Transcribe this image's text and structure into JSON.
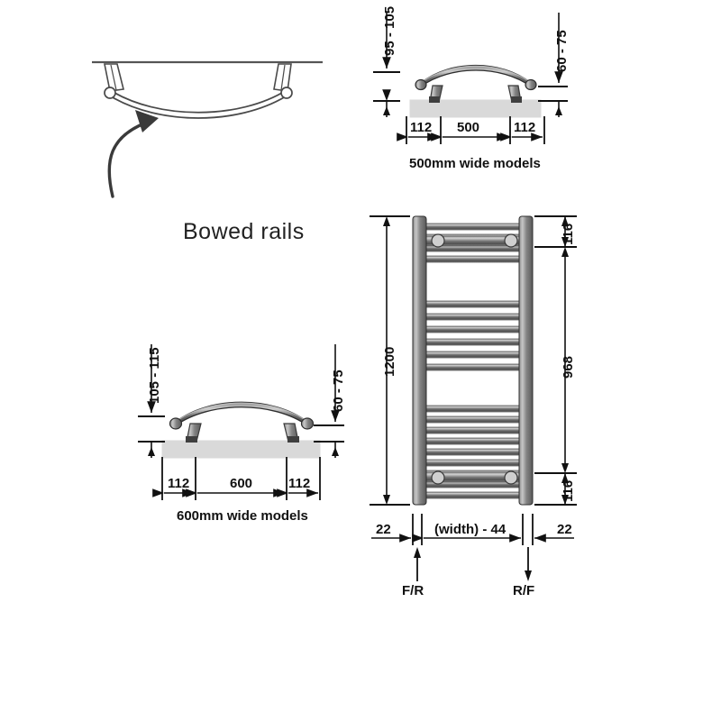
{
  "figure": {
    "title": "Bowed rails",
    "background": "#ffffff",
    "line_color": "#1a1a1a",
    "metal_dark": "#4a4a4a",
    "metal_mid": "#8a8a8a",
    "metal_light": "#c9c9c9",
    "wall_fill": "#d9d9d9",
    "outline_fill": "#ffffff"
  },
  "plan_view": {
    "name": "bowed-rail-plan-view",
    "callout_label": "Bowed rails",
    "arrow": "curved-arrow-up-right"
  },
  "model_500": {
    "caption": "500mm wide models",
    "dim_left_vertical": "95 - 105",
    "dim_right_vertical": "60 - 75",
    "dim_bottom": [
      "112",
      "500",
      "112"
    ]
  },
  "model_600": {
    "caption": "600mm wide models",
    "dim_left_vertical": "105 - 115",
    "dim_right_vertical": "60 - 75",
    "dim_bottom": [
      "112",
      "600",
      "112"
    ]
  },
  "front_view": {
    "name": "towel-rail-front-elevation",
    "dim_height_overall": "1200",
    "dim_centres_vertical": "968",
    "dim_top_offset": "116",
    "dim_bottom_offset": "116",
    "dim_left_edge": "22",
    "dim_right_edge": "22",
    "dim_width_inner": "(width) - 44",
    "connector_left": "F/R",
    "connector_right": "R/F",
    "rung_count": 22,
    "valve_count": 4
  }
}
